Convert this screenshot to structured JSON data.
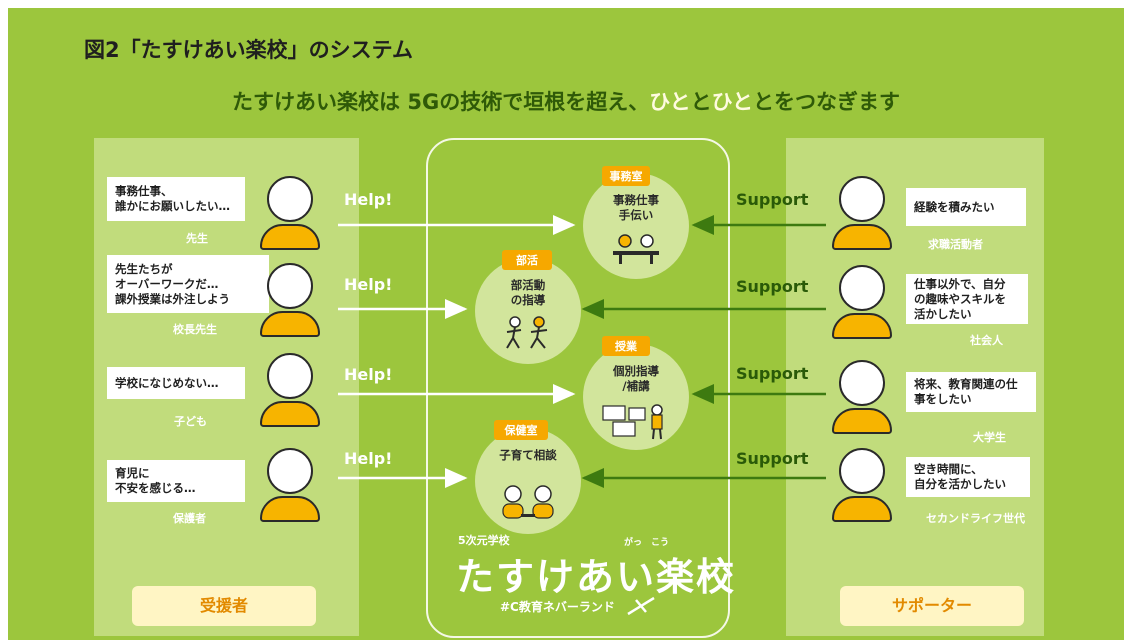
{
  "figure_title": "図2「たすけあい楽校」のシステム",
  "subtitle": {
    "part1": "たすけあい楽校は 5Gの技術で垣根を超え、",
    "hl1": "ひと",
    "mid": "と",
    "hl2": "ひと",
    "part2": "とをつなぎます"
  },
  "recipients": [
    {
      "bubble": "事務仕事、\n誰かにお願いしたい…",
      "role": "先生"
    },
    {
      "bubble": "先生たちが\nオーバーワークだ…\n課外授業は外注しよう",
      "role": "校長先生"
    },
    {
      "bubble": "学校になじめない…",
      "role": "子ども"
    },
    {
      "bubble": "育児に\n不安を感じる…",
      "role": "保護者"
    }
  ],
  "supporters": [
    {
      "bubble": "経験を積みたい",
      "role": "求職活動者"
    },
    {
      "bubble": "仕事以外で、自分\nの趣味やスキルを\n活かしたい",
      "role": "社会人"
    },
    {
      "bubble": "将来、教育関連の仕\n事をしたい",
      "role": "大学生"
    },
    {
      "bubble": "空き時間に、\n自分を活かしたい",
      "role": "セカンドライフ世代"
    }
  ],
  "help_label": "Help!",
  "support_label": "Support",
  "services": [
    {
      "tag": "事務室",
      "text": "事務仕事\n手伝い"
    },
    {
      "tag": "部活",
      "text": "部活動\nの指導"
    },
    {
      "tag": "授業",
      "text": "個別指導\n/補講"
    },
    {
      "tag": "保健室",
      "text": "子育て相談"
    }
  ],
  "logo": {
    "sub": "5次元学校",
    "ruby": "がっ　こう",
    "main": "たすけあい楽校",
    "tag": "#C教育ネバーランド"
  },
  "legend_left": "受援者",
  "legend_right": "サポーター",
  "colors": {
    "background": "#9cc63d",
    "panel": "#c1dc7c",
    "accent_orange": "#f6a800",
    "dark_green": "#2f5a08"
  }
}
